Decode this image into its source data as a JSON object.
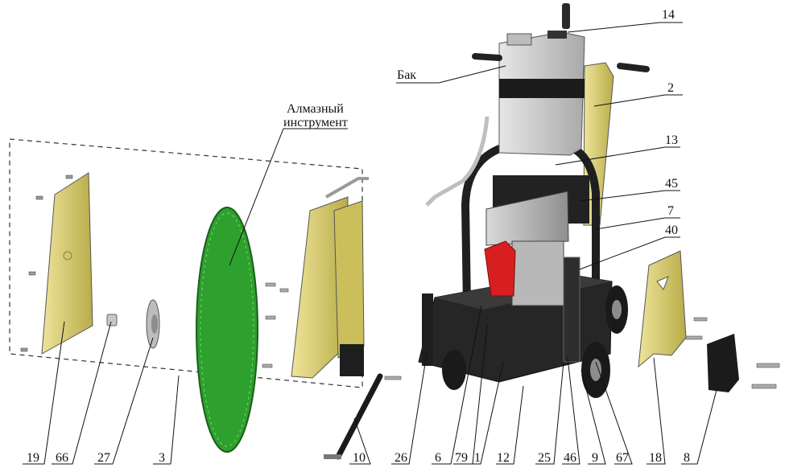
{
  "callouts": {
    "c14": "14",
    "bak": "Бак",
    "c2": "2",
    "c13": "13",
    "c45": "45",
    "c7": "7",
    "c40": "40",
    "diamond_line1": "Алмазный",
    "diamond_line2": "инструмент",
    "bottom": [
      "19",
      "66",
      "27",
      "3",
      "10",
      "26",
      "6",
      "79",
      "1",
      "12",
      "25",
      "46",
      "9",
      "67",
      "18",
      "8"
    ]
  },
  "colors": {
    "yellow": "#d8cc6a",
    "green": "#2ea02e",
    "red": "#d81f1f",
    "black": "#1c1c1c",
    "tank": "#cfcfcf"
  }
}
